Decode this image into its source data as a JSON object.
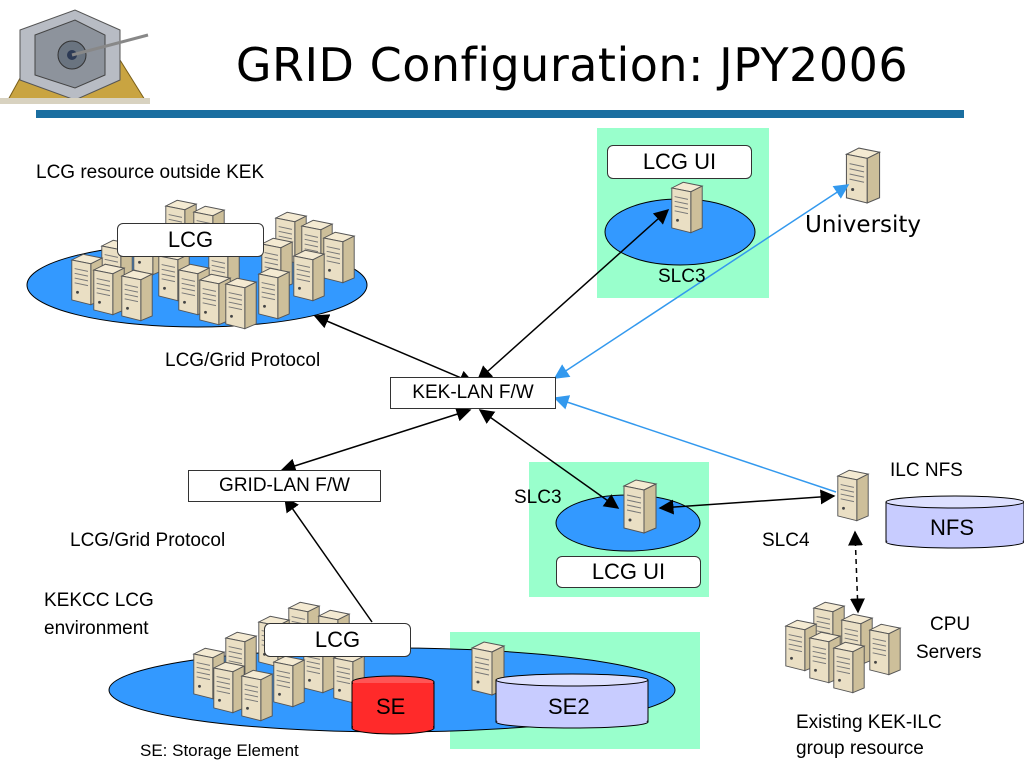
{
  "title": "GRID Configuration: JPY2006",
  "colors": {
    "rule": "#1a6ea0",
    "ellipse": "#3399ff",
    "green_panel": "#99ffcc",
    "nfs_drum": "#c8ccff",
    "se_drum": "#ff2a2a",
    "blue_link": "#3399ee"
  },
  "labels": {
    "lcg_outside": "LCG resource outside KEK",
    "lcg_top": "LCG",
    "lcg_grid_protocol_top": "LCG/Grid Protocol",
    "kek_lan_fw": "KEK-LAN F/W",
    "grid_lan_fw": "GRID-LAN F/W",
    "lcg_grid_protocol_bottom": "LCG/Grid Protocol",
    "kekcc_line1": "KEKCC LCG",
    "kekcc_line2": "environment",
    "lcg_bottom": "LCG",
    "se": "SE",
    "se2": "SE2",
    "se_note": "SE: Storage Element",
    "lcg_ui_top": "LCG UI",
    "slc3_top": "SLC3",
    "university": "University",
    "slc3_mid": "SLC3",
    "lcg_ui_mid": "LCG UI",
    "ilc_nfs": "ILC NFS",
    "nfs": "NFS",
    "slc4": "SLC4",
    "cpu_line1": "CPU",
    "cpu_line2": "Servers",
    "existing_line1": "Existing KEK-ILC",
    "existing_line2": "group resource"
  },
  "icons": [
    "detector-logo",
    "server-icon",
    "storage-drum-icon"
  ]
}
